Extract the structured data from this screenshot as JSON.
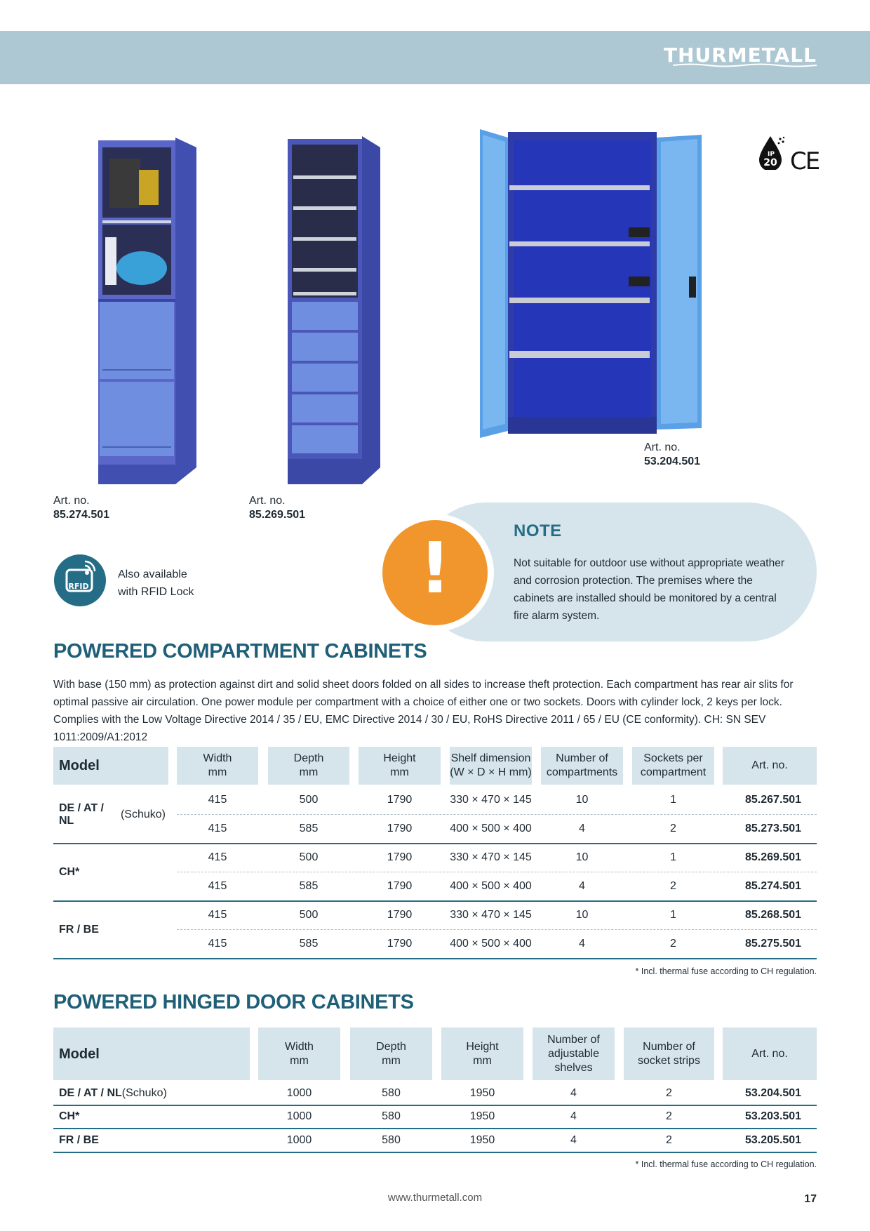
{
  "header": {
    "brand": "THURMETALL"
  },
  "products": [
    {
      "art_label": "Art. no.",
      "art_number": "85.274.501"
    },
    {
      "art_label": "Art. no.",
      "art_number": "85.269.501"
    },
    {
      "art_label": "Art. no.",
      "art_number": "53.204.501"
    }
  ],
  "certifications": {
    "ip_top": "IP",
    "ip_bottom": "20",
    "ce": "CE"
  },
  "rfid": {
    "icon_text": "RFID",
    "line1": "Also available",
    "line2": "with RFID Lock"
  },
  "note": {
    "mark": "!",
    "title": "NOTE",
    "text": "Not suitable for outdoor use without appropriate weather and corrosion protection. The premises where the cabinets are installed should be monitored by a central fire alarm system."
  },
  "compartment": {
    "title": "POWERED COMPARTMENT CABINETS",
    "description": "With base (150 mm) as protection against dirt and solid sheet doors folded on all sides to increase theft protection. Each compartment has rear air slits for optimal passive air circulation. One power module per compartment with a choice of either one or two sockets. Doors with cylinder lock, 2 keys per lock. Complies with the Low Voltage Directive 2014 / 35 / EU, EMC Directive 2014 / 30 / EU, RoHS Directive 2011 / 65 / EU (CE conformity). CH: SN SEV 1011:2009/A1:2012",
    "headers": [
      "Model",
      "Width\nmm",
      "Depth\nmm",
      "Height\nmm",
      "Shelf dimension\n(W × D × H mm)",
      "Number of\ncompartments",
      "Sockets per\ncompartment",
      "Art. no."
    ],
    "groups": [
      {
        "model_bold": "DE / AT / NL",
        "model_rest": " (Schuko)",
        "rows": [
          [
            "415",
            "500",
            "1790",
            "330 × 470 × 145",
            "10",
            "1",
            "85.267.501"
          ],
          [
            "415",
            "585",
            "1790",
            "400 × 500 × 400",
            "4",
            "2",
            "85.273.501"
          ]
        ]
      },
      {
        "model_bold": "CH*",
        "model_rest": "",
        "rows": [
          [
            "415",
            "500",
            "1790",
            "330 × 470 × 145",
            "10",
            "1",
            "85.269.501"
          ],
          [
            "415",
            "585",
            "1790",
            "400 × 500 × 400",
            "4",
            "2",
            "85.274.501"
          ]
        ]
      },
      {
        "model_bold": "FR / BE",
        "model_rest": "",
        "rows": [
          [
            "415",
            "500",
            "1790",
            "330 × 470 × 145",
            "10",
            "1",
            "85.268.501"
          ],
          [
            "415",
            "585",
            "1790",
            "400 × 500 × 400",
            "4",
            "2",
            "85.275.501"
          ]
        ]
      }
    ],
    "footnote": "* Incl. thermal fuse according to CH regulation."
  },
  "hinged": {
    "title": "POWERED HINGED DOOR CABINETS",
    "headers": [
      "Model",
      "Width\nmm",
      "Depth\nmm",
      "Height\nmm",
      "Number of\nadjustable\nshelves",
      "Number of\nsocket strips",
      "Art. no."
    ],
    "rows": [
      {
        "model_bold": "DE / AT / NL",
        "model_rest": " (Schuko)",
        "cells": [
          "1000",
          "580",
          "1950",
          "4",
          "2",
          "53.204.501"
        ]
      },
      {
        "model_bold": "CH*",
        "model_rest": "",
        "cells": [
          "1000",
          "580",
          "1950",
          "4",
          "2",
          "53.203.501"
        ]
      },
      {
        "model_bold": "FR / BE",
        "model_rest": "",
        "cells": [
          "1000",
          "580",
          "1950",
          "4",
          "2",
          "53.205.501"
        ]
      }
    ],
    "footnote": "*  Incl. thermal fuse according to CH regulation."
  },
  "footer": {
    "url": "www.thurmetall.com",
    "page": "17"
  }
}
